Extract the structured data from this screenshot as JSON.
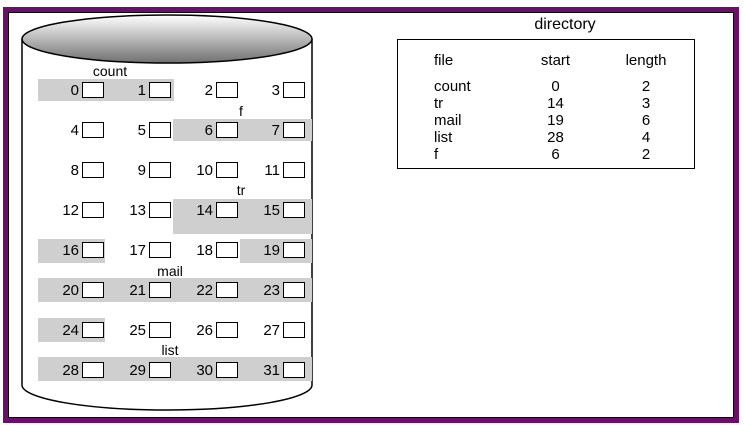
{
  "directory": {
    "title": "directory",
    "headers": {
      "file": "file",
      "start": "start",
      "length": "length"
    },
    "rows": [
      {
        "file": "count",
        "start": "0",
        "length": "2"
      },
      {
        "file": "tr",
        "start": "14",
        "length": "3"
      },
      {
        "file": "mail",
        "start": "19",
        "length": "6"
      },
      {
        "file": "list",
        "start": "28",
        "length": "4"
      },
      {
        "file": "f",
        "start": "6",
        "length": "2"
      }
    ]
  },
  "disk": {
    "blocks": [
      "0",
      "1",
      "2",
      "3",
      "4",
      "5",
      "6",
      "7",
      "8",
      "9",
      "10",
      "11",
      "12",
      "13",
      "14",
      "15",
      "16",
      "17",
      "18",
      "19",
      "20",
      "21",
      "22",
      "23",
      "24",
      "25",
      "26",
      "27",
      "28",
      "29",
      "30",
      "31"
    ],
    "file_labels": {
      "count": "count",
      "f": "f",
      "tr": "tr",
      "mail": "mail",
      "list": "list"
    }
  },
  "colors": {
    "frame": "#6b0f6b",
    "allocated": "#cfcfcf"
  }
}
